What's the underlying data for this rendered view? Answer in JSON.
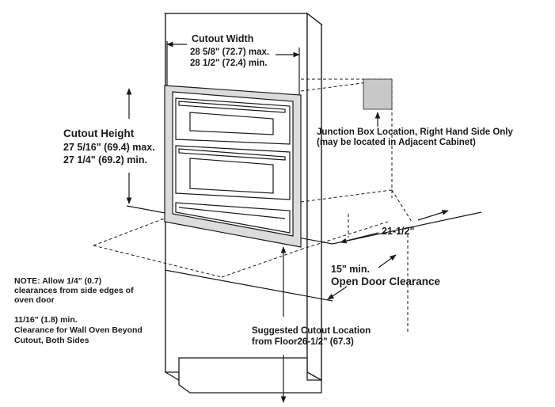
{
  "labels": {
    "cutout_width": {
      "title": "Cutout Width",
      "max": "28 5/8\" (72.7) max.",
      "min": "28 1/2\" (72.4) min."
    },
    "cutout_height": {
      "title": "Cutout Height",
      "max": "27 5/16\" (69.4) max.",
      "min": "27 1/4\" (69.2) min."
    },
    "junction_box": {
      "line1": "Junction Box Location, Right Hand Side Only",
      "line2": "(may be located in Adjacent Cabinet)"
    },
    "depth": "21-1/2\"",
    "door_clearance": {
      "line1": "15\" min.",
      "line2": "Open Door Clearance"
    },
    "note": {
      "line1": "NOTE: Allow 1/4\" (0.7)",
      "line2": "clearances from side edges of",
      "line3": "oven door"
    },
    "beyond": {
      "line1": "11/16\" (1.8) min.",
      "line2": "Clearance for Wall Oven Beyond",
      "line3": "Cutout, Both Sides"
    },
    "floor": {
      "line1": "Suggested Cutout Location",
      "line2": "from Floor26-1/2\" (67.3)"
    }
  },
  "colors": {
    "line": "#1a1a1a",
    "junction_box": "#c8c8c8",
    "oven_frame": "#dcdcdc"
  }
}
